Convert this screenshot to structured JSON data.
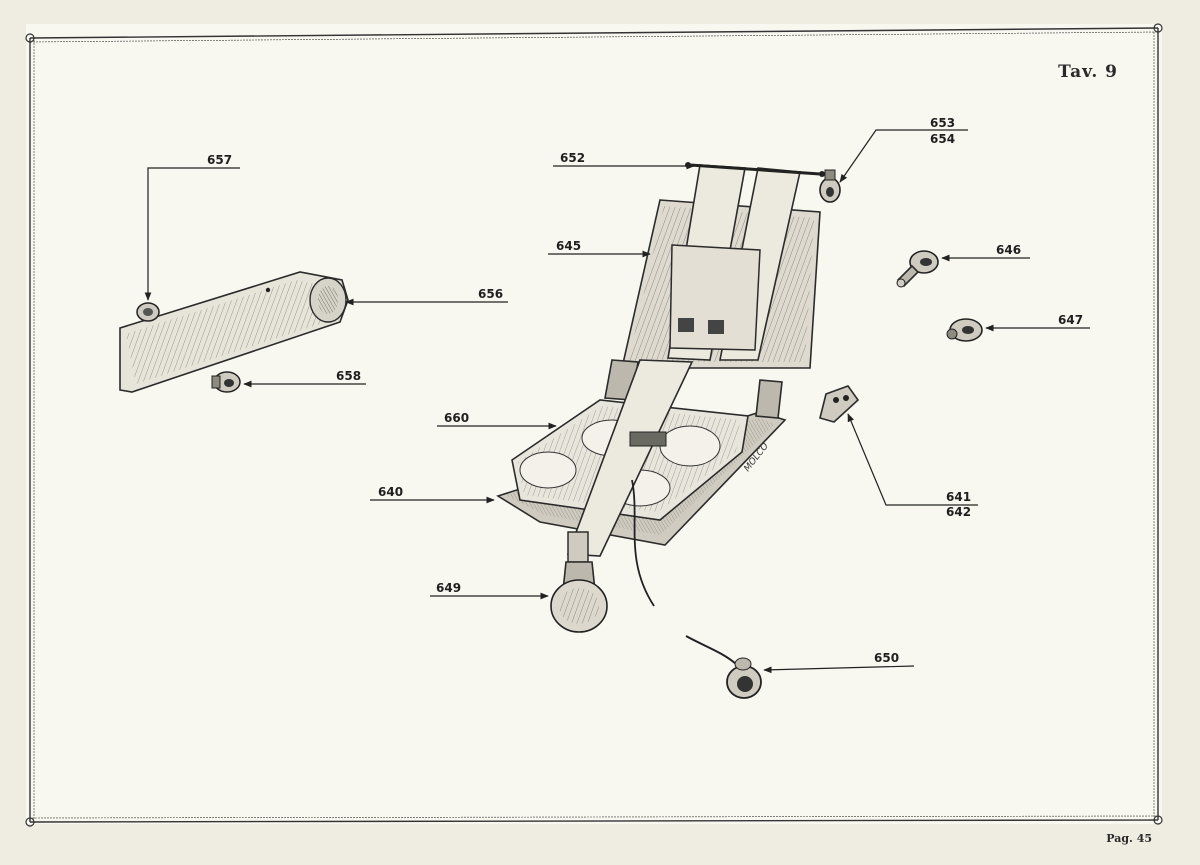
{
  "plate": {
    "title": "Tav. 9",
    "page": "Pag. 45"
  },
  "callouts": {
    "c640": "640",
    "c641": "641",
    "c642": "642",
    "c645": "645",
    "c646": "646",
    "c647": "647",
    "c649": "649",
    "c650": "650",
    "c652": "652",
    "c653": "653",
    "c654": "654",
    "c656": "656",
    "c657": "657",
    "c658": "658",
    "c660": "660"
  },
  "colors": {
    "paper": "#f7f6ef",
    "ink": "#222222",
    "shade": "#8a8a80"
  },
  "stamp": {
    "maker": "MOLCO"
  }
}
